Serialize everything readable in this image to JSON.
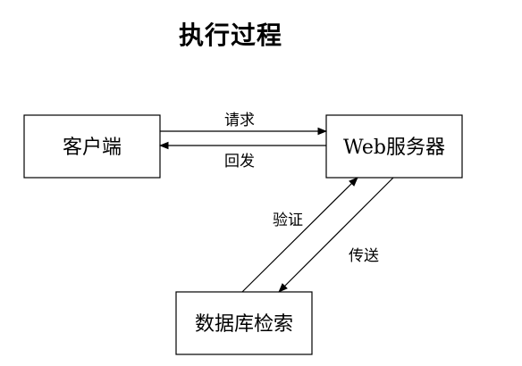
{
  "title": "执行过程",
  "nodes": {
    "client": "客户端",
    "web_server": "Web服务器",
    "database": "数据库检索"
  },
  "edges": {
    "request": "请求",
    "response": "回发",
    "verify": "验证",
    "transfer": "传送"
  }
}
